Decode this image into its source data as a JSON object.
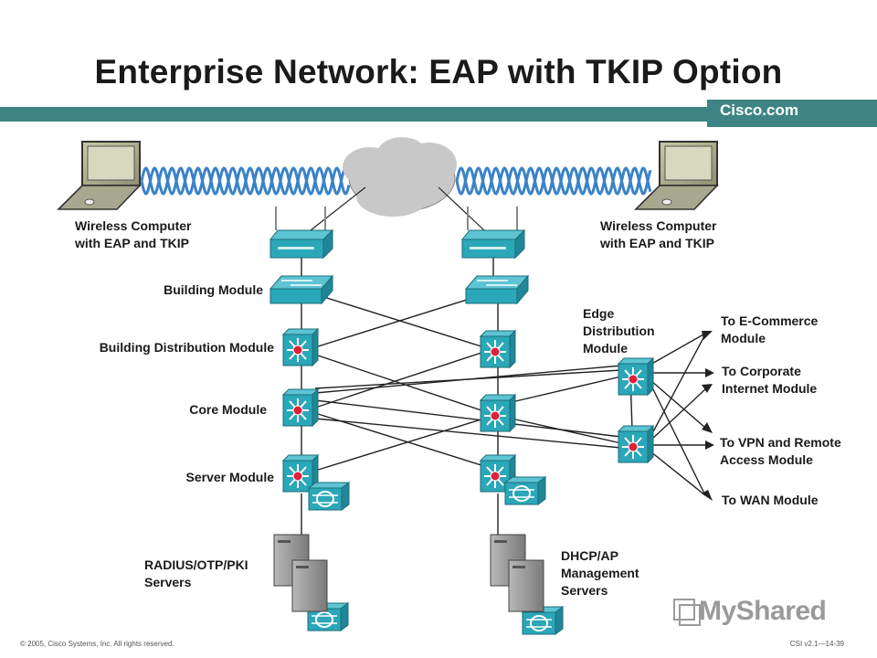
{
  "title": "Enterprise Network: EAP with TKIP Option",
  "brand": "Cisco.com",
  "labels": {
    "wireless_left": [
      "Wireless Computer",
      "with EAP and TKIP"
    ],
    "wireless_right": [
      "Wireless Computer",
      "with EAP and TKIP"
    ],
    "building_module": "Building Module",
    "building_distribution": "Building Distribution Module",
    "core_module": "Core Module",
    "server_module": "Server Module",
    "edge_distribution": [
      "Edge",
      "Distribution",
      "Module"
    ],
    "radius_servers": [
      "RADIUS/OTP/PKI",
      "Servers"
    ],
    "dhcp_servers": [
      "DHCP/AP",
      "Management",
      "Servers"
    ],
    "to_ecommerce": [
      "To E-Commerce",
      "Module"
    ],
    "to_corporate": [
      "To Corporate",
      "Internet Module"
    ],
    "to_vpn": [
      "To VPN and Remote",
      "Access Module"
    ],
    "to_wan": "To WAN Module"
  },
  "footer": {
    "left": "© 2005, Cisco Systems, Inc. All rights reserved.",
    "right": "CSI v2.1—14-39"
  },
  "watermark": "MyShared",
  "colors": {
    "accent_bar": "#3f8484",
    "device_cyan": "#2aa7b8",
    "device_hub": "#e0203a",
    "cloud": "#c8c8c8",
    "wave": "#3a82c8"
  },
  "icons": [
    "laptop-icon",
    "cloud-icon",
    "access-point-icon",
    "workgroup-switch-icon",
    "multilayer-switch-icon",
    "firewall-icon",
    "server-icon"
  ]
}
